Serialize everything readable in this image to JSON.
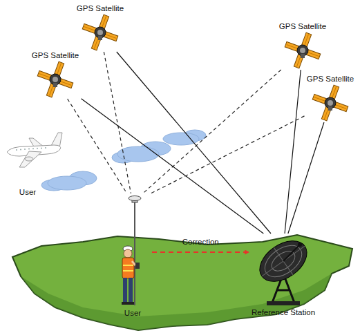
{
  "diagram": {
    "nodes": [
      {
        "text": [
          "GPS Satellite"
        ]
      },
      {
        "text": [
          "GPS Satellite"
        ]
      },
      {
        "text": [
          "GPS Satellite"
        ]
      },
      {
        "text": [
          "GPS Satellite"
        ]
      },
      {
        "text": [
          "User"
        ]
      },
      {
        "text": [
          "Reference Station"
        ]
      }
    ],
    "edges": [
      {
        "from": 0,
        "to": 4,
        "arrow": "none"
      },
      {
        "from": 0,
        "to": 5,
        "arrow": "none"
      },
      {
        "from": 1,
        "to": 4,
        "arrow": "none"
      },
      {
        "from": 1,
        "to": 5,
        "arrow": "none"
      },
      {
        "from": 2,
        "to": 4,
        "arrow": "none"
      },
      {
        "from": 2,
        "to": 5,
        "arrow": "none"
      },
      {
        "from": 3,
        "to": 4,
        "arrow": "none"
      },
      {
        "from": 3,
        "to": 5,
        "arrow": "none"
      },
      {
        "from": 4,
        "to": 5,
        "label": "Correction",
        "arrow": "to"
      }
    ],
    "labels": [
      "User"
    ]
  }
}
